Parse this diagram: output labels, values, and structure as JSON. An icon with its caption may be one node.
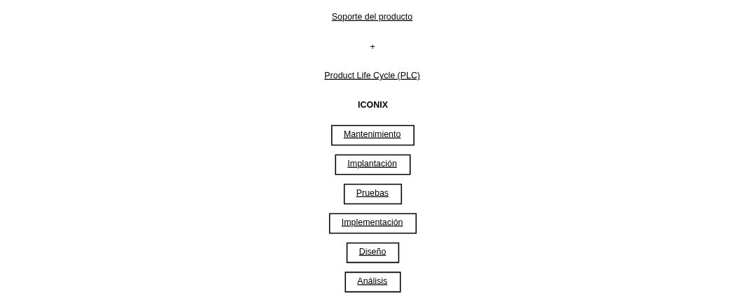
{
  "diagram": {
    "nodes": [
      {
        "text": [
          "Análisis"
        ]
      },
      {
        "text": [
          "Diseño"
        ]
      },
      {
        "text": [
          "Implementación"
        ]
      },
      {
        "text": [
          "Pruebas"
        ]
      },
      {
        "text": [
          "Implantación"
        ]
      },
      {
        "text": [
          "Mantenimiento"
        ]
      }
    ],
    "labels": [
      "ICONIX",
      "Product Life Cycle (PLC)",
      "+",
      "Soporte del producto"
    ]
  }
}
